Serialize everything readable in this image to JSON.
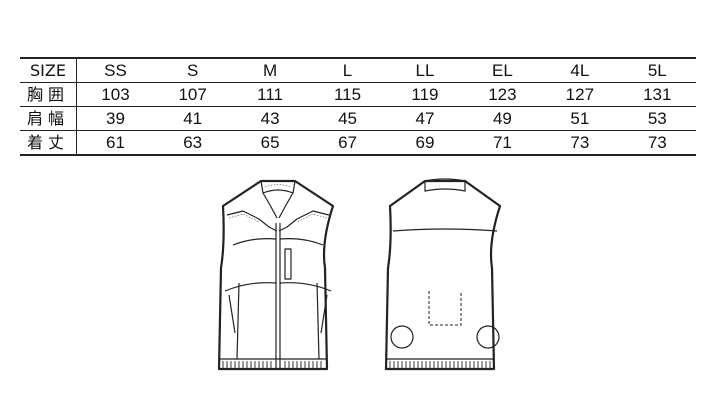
{
  "table": {
    "header": {
      "label": "SIZE",
      "cols": [
        "SS",
        "S",
        "M",
        "L",
        "LL",
        "EL",
        "4L",
        "5L"
      ]
    },
    "rows": [
      {
        "label": "胸囲",
        "values": [
          "103",
          "107",
          "111",
          "115",
          "119",
          "123",
          "127",
          "131"
        ]
      },
      {
        "label": "肩幅",
        "values": [
          "39",
          "41",
          "43",
          "45",
          "47",
          "49",
          "51",
          "53"
        ]
      },
      {
        "label": "着丈",
        "values": [
          "61",
          "63",
          "65",
          "67",
          "69",
          "71",
          "73",
          "73"
        ]
      }
    ]
  }
}
